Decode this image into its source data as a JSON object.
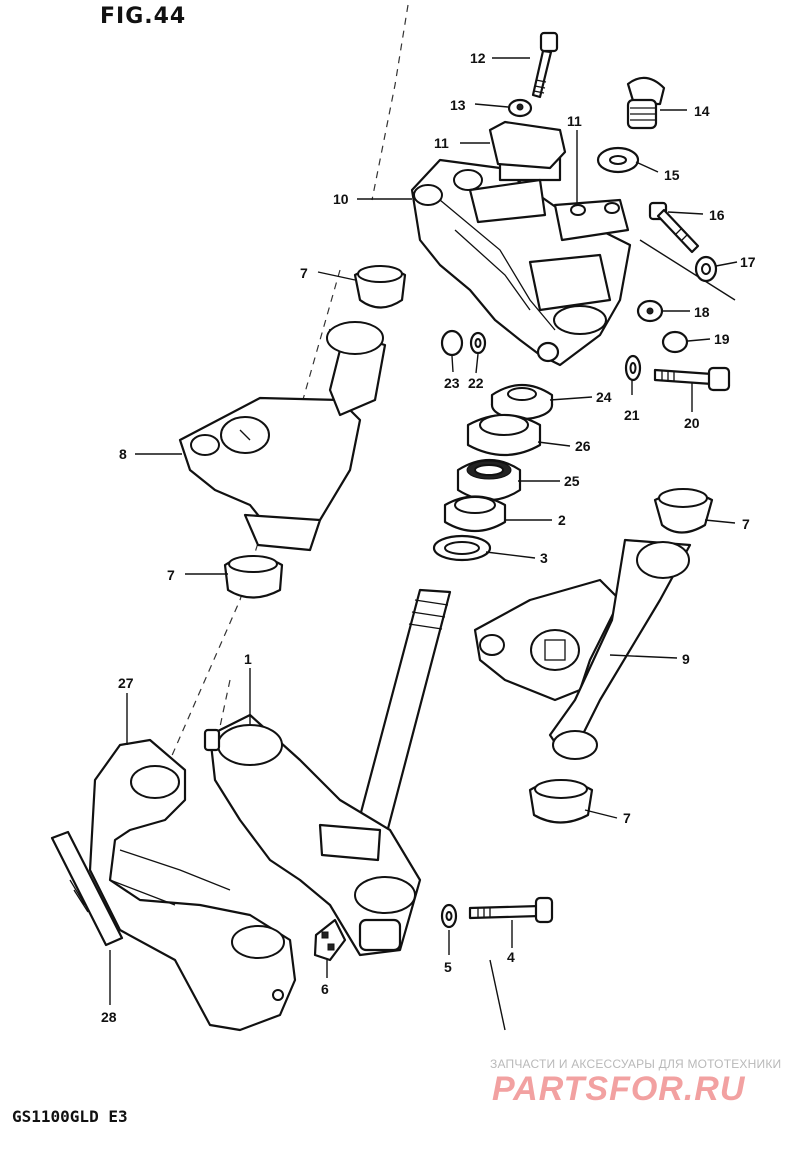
{
  "figure": {
    "title": "FIG.44",
    "model": "GS1100GLD E3"
  },
  "watermark": {
    "tagline": "ЗАПЧАСТИ И АКСЕССУАРЫ ДЛЯ МОТОТЕХНИКИ",
    "logo": "PARTSFOR.RU"
  },
  "callouts": {
    "c12": "12",
    "c13": "13",
    "c14": "14",
    "c11a": "11",
    "c11b": "11",
    "c15": "15",
    "c10": "10",
    "c16": "16",
    "c17": "17",
    "c7a": "7",
    "c18": "18",
    "c19": "19",
    "c23": "23",
    "c22": "22",
    "c24": "24",
    "c21": "21",
    "c20": "20",
    "c8": "8",
    "c26": "26",
    "c25": "25",
    "c2": "2",
    "c3": "3",
    "c7b": "7",
    "c7c": "7",
    "c9": "9",
    "c1": "1",
    "c27": "27",
    "c7d": "7",
    "c5": "5",
    "c4": "4",
    "c6": "6",
    "c28": "28"
  }
}
